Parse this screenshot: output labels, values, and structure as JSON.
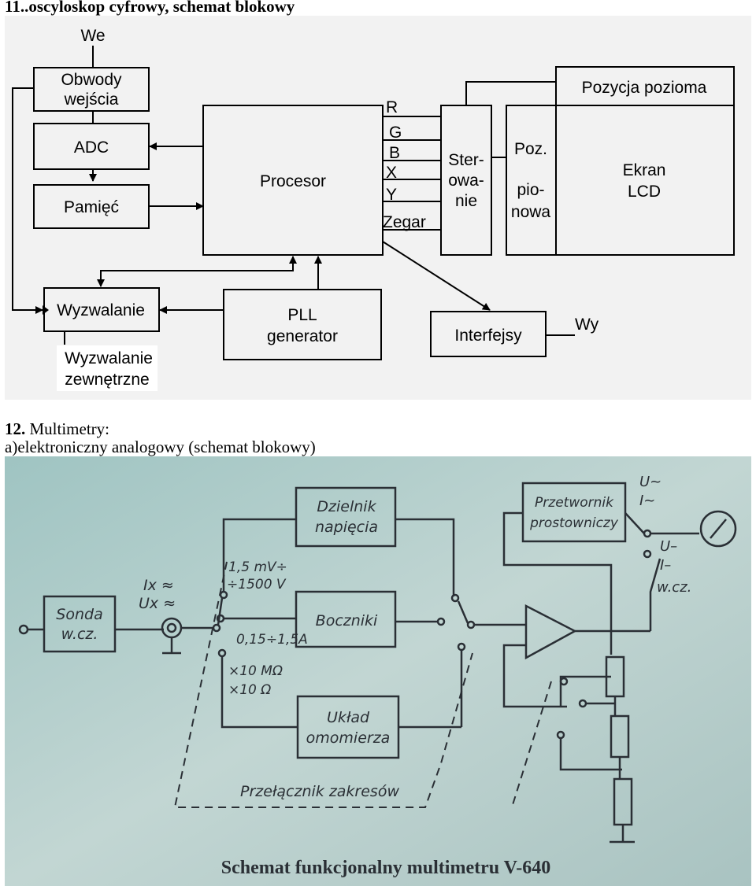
{
  "section11": {
    "number": "11.",
    "title": ".oscyloskop cyfrowy, schemat blokowy",
    "diagram": {
      "input_label": "We",
      "output_label": "Wy",
      "blocks": {
        "input_circuits_line1": "Obwody",
        "input_circuits_line2": "wejścia",
        "adc": "ADC",
        "memory": "Pamięć",
        "processor": "Procesor",
        "trigger": "Wyzwalanie",
        "pll_line1": "PLL",
        "pll_line2": "generator",
        "control_line1": "Ster-",
        "control_line2": "owa-",
        "control_line3": "nie",
        "vpos_line1": "Poz.",
        "vpos_line2": "pio-",
        "vpos_line3": "nowa",
        "hpos": "Pozycja pozioma",
        "lcd_line1": "Ekran",
        "lcd_line2": "LCD",
        "interfaces": "Interfejsy"
      },
      "signals": [
        "R",
        "G",
        "B",
        "X",
        "Y",
        "Zegar"
      ],
      "ext_trigger_line1": "Wyzwalanie",
      "ext_trigger_line2": "zewnętrzne"
    }
  },
  "section12": {
    "number": "12.",
    "title": "Multimetry:",
    "subtitle": "a)elektroniczny analogowy (schemat blokowy)",
    "diagram": {
      "probe_line1": "Sonda",
      "probe_line2": "w.cz.",
      "input_label_1": "Ix ≈",
      "input_label_2": "Ux ≈",
      "divider_line1": "Dzielnik",
      "divider_line2": "napięcia",
      "shunts": "Boczniki",
      "ohmmeter_line1": "Układ",
      "ohmmeter_line2": "omomierza",
      "converter_line1": "Przetwornik",
      "converter_line2": "prostowniczy",
      "range_switch": "Przełącznik zakresów",
      "voltage_range_1": "1,5 mV÷",
      "voltage_range_2": "÷1500 V",
      "current_range": "0,15÷1,5A",
      "resistance_range_1": "×10 MΩ",
      "resistance_range_2": "×10 Ω",
      "ac_label_1": "U~",
      "ac_label_2": "I~",
      "dc_label_1": "U–",
      "dc_label_2": "I–",
      "hf_label": "w.cz.",
      "caption": "Schemat funkcjonalny multimetru V-640"
    }
  }
}
